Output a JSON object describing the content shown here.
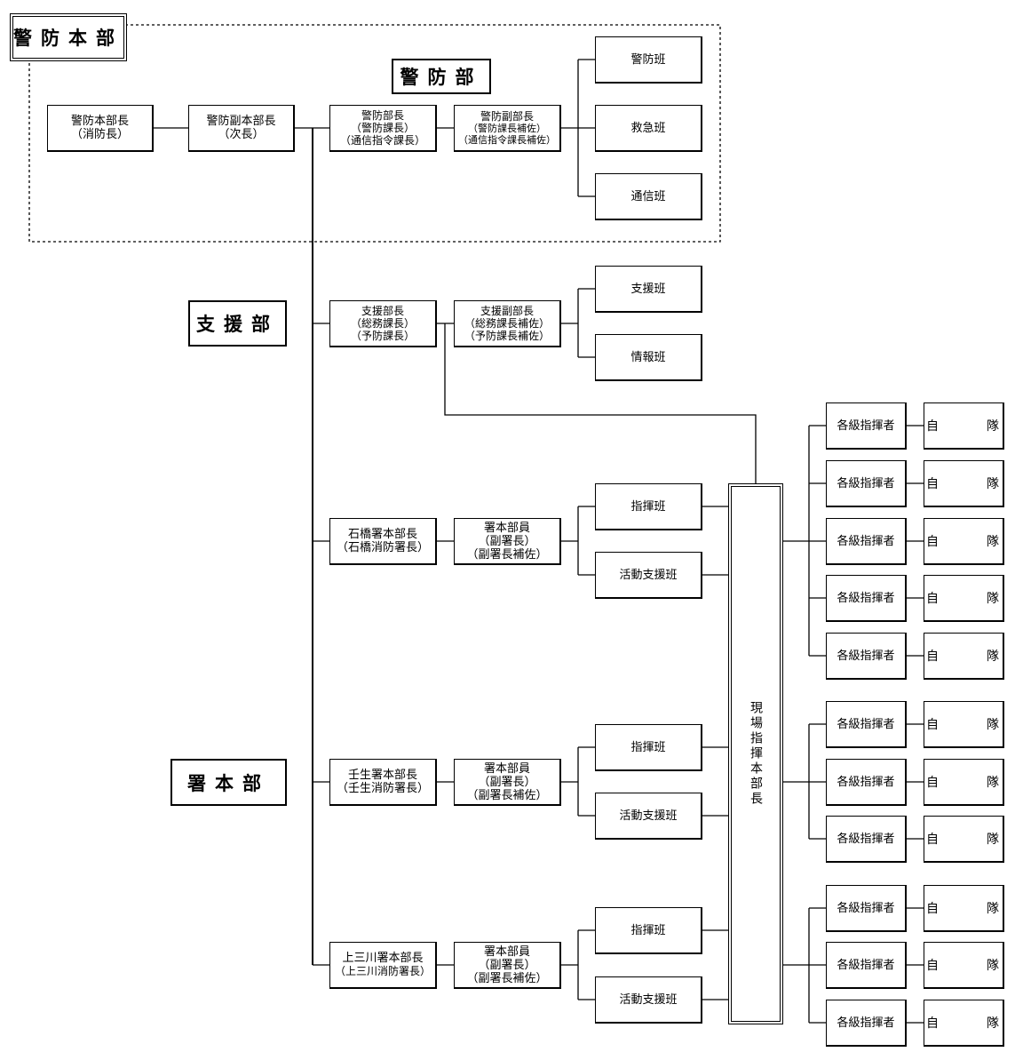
{
  "sections": {
    "hq": "警防本部",
    "keibo": "警防部",
    "shien": "支援部",
    "sho": "署本部"
  },
  "hq_row": {
    "chief": [
      "警防本部長",
      "（消防長）"
    ],
    "vice": [
      "警防副本部長",
      "（次長）"
    ]
  },
  "keibo": {
    "head": [
      "警防部長",
      "（警防課長）",
      "（通信指令課長）"
    ],
    "vice": [
      "警防副部長",
      "（警防課長補佐）",
      "（通信指令課長補佐）"
    ],
    "teams": [
      "警防班",
      "救急班",
      "通信班"
    ]
  },
  "shien": {
    "head": [
      "支援部長",
      "（総務課長）",
      "（予防課長）"
    ],
    "vice": [
      "支援副部長",
      "（総務課長補佐）",
      "（予防課長補佐）"
    ],
    "teams": [
      "支援班",
      "情報班"
    ]
  },
  "stations": [
    {
      "head": [
        "石橋署本部長",
        "（石橋消防署長）"
      ],
      "staff": [
        "署本部員",
        "（副署長）",
        "（副署長補佐）"
      ],
      "teams": [
        "指揮班",
        "活動支援班"
      ]
    },
    {
      "head": [
        "壬生署本部長",
        "（壬生消防署長）"
      ],
      "staff": [
        "署本部員",
        "（副署長）",
        "（副署長補佐）"
      ],
      "teams": [
        "指揮班",
        "活動支援班"
      ]
    },
    {
      "head": [
        "上三川署本部長",
        "（上三川消防署長）"
      ],
      "staff": [
        "署本部員",
        "（副署長）",
        "（副署長補佐）"
      ],
      "teams": [
        "指揮班",
        "活動支援班"
      ]
    }
  ],
  "field_hq": "現場指揮本部長",
  "field_units": {
    "commander": "各級指揮者",
    "unit": "自　隊",
    "count": 11
  }
}
